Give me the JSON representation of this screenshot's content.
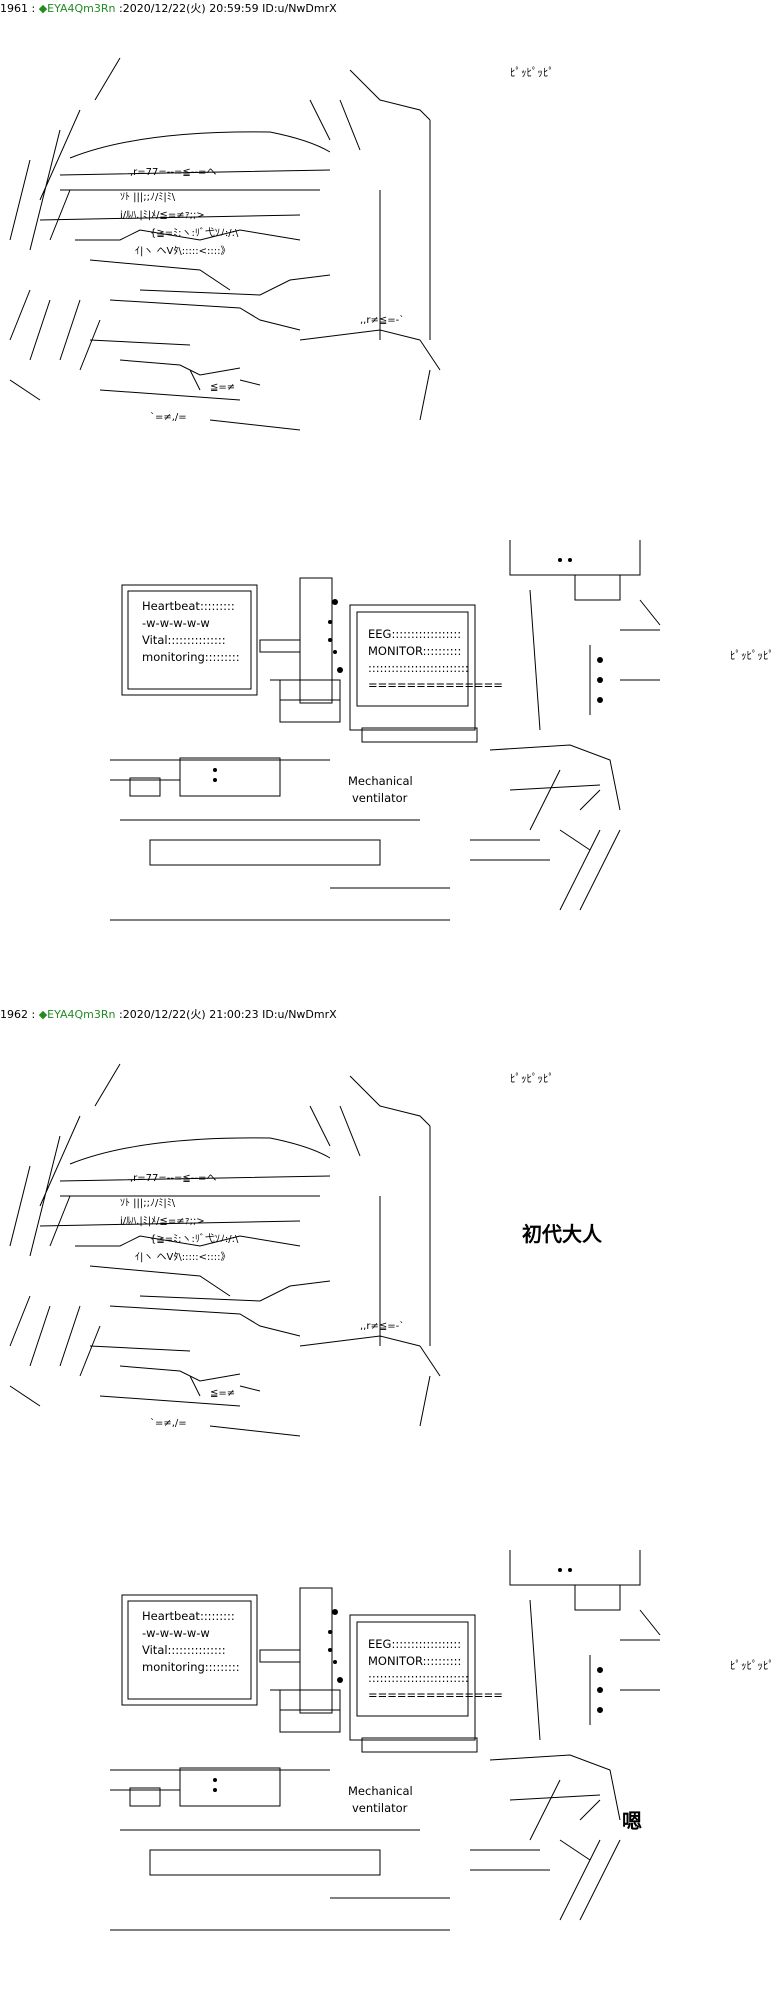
{
  "posts": [
    {
      "number": "1961",
      "separator": ":",
      "name": "◆EYA4Qm3Rn",
      "meta": ":2020/12/22(火) 20:59:59 ID:u/NwDmrX",
      "panels": [
        {
          "caption_right": "ﾋﾟｯﾋﾟｯﾋﾟ",
          "big_text": ""
        },
        {
          "caption_right": "ﾋﾟｯﾋﾟｯﾋﾟ",
          "big_text": ""
        }
      ]
    },
    {
      "number": "1962",
      "separator": ":",
      "name": "◆EYA4Qm3Rn",
      "meta": ":2020/12/22(火) 21:00:23 ID:u/NwDmrX",
      "panels": [
        {
          "caption_right": "ﾋﾟｯﾋﾟｯﾋﾟ",
          "big_text": "初代大人"
        },
        {
          "caption_right": "ﾋﾟｯﾋﾟｯﾋﾟ",
          "big_text": "嗯"
        }
      ]
    }
  ],
  "monitor": {
    "vital_lines": [
      "Heartbeat:::::::::",
      "-w-w-w-w-w",
      "Vital:::::::::::::::",
      "monitoring:::::::::"
    ],
    "eeg_lines": [
      "EEG::::::::::::::::::",
      "MONITOR::::::::::",
      "::::::::::::::::::::::::::",
      "=============="
    ],
    "ventilator_lines": [
      "Mechanical",
      "ventilator"
    ]
  }
}
